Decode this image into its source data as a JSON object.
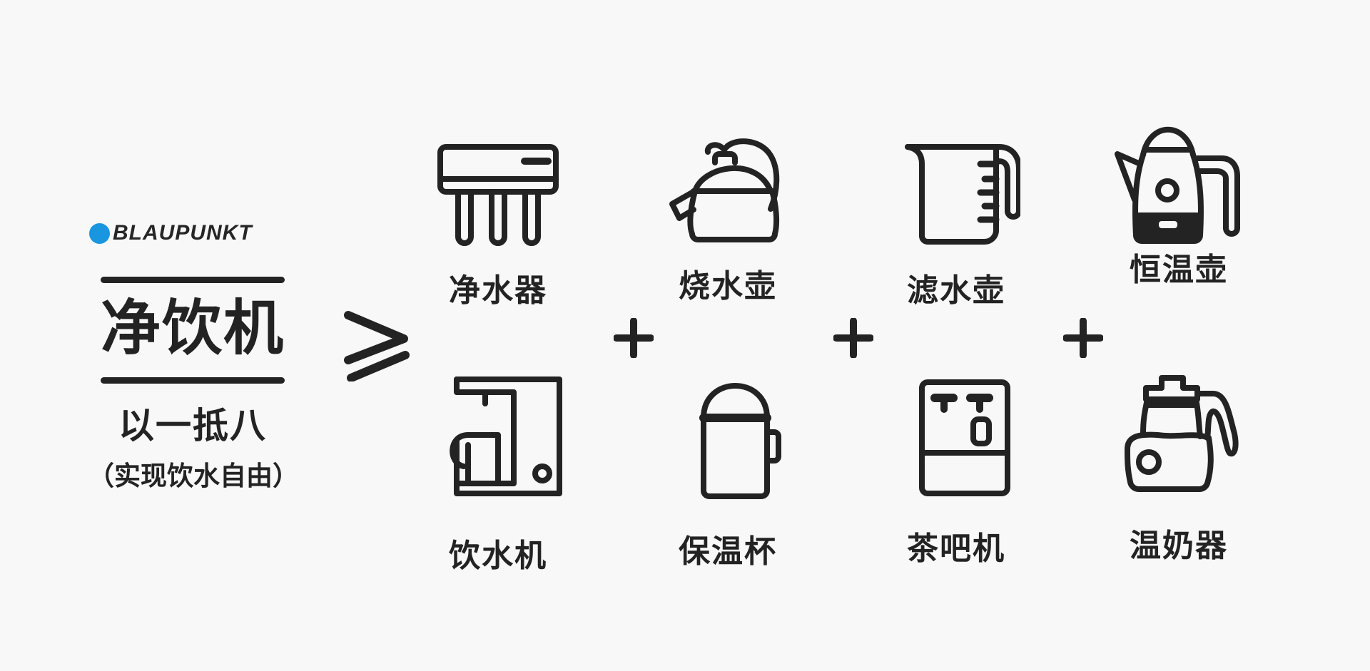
{
  "brand": {
    "logo_text": "BLAUPUNKT",
    "logo_icon": "blue-dot-icon",
    "accent_color": "#1a95e0"
  },
  "headline": {
    "product": "净饮机",
    "slogan": "以一抵八",
    "subtitle": "（实现饮水自由）"
  },
  "comparison": {
    "operator": "≥",
    "plus": "+",
    "items": [
      {
        "label": "净水器",
        "icon": "water-purifier-icon",
        "row": "top"
      },
      {
        "label": "烧水壶",
        "icon": "stovetop-kettle-icon",
        "row": "top"
      },
      {
        "label": "滤水壶",
        "icon": "filter-pitcher-icon",
        "row": "top"
      },
      {
        "label": "恒温壶",
        "icon": "electric-kettle-icon",
        "row": "top"
      },
      {
        "label": "饮水机",
        "icon": "water-dispenser-icon",
        "row": "bottom"
      },
      {
        "label": "保温杯",
        "icon": "thermos-cup-icon",
        "row": "bottom"
      },
      {
        "label": "茶吧机",
        "icon": "tea-bar-machine-icon",
        "row": "bottom"
      },
      {
        "label": "温奶器",
        "icon": "milk-warmer-icon",
        "row": "bottom"
      }
    ]
  },
  "colors": {
    "background": "#f8f8f8",
    "foreground": "#232323"
  }
}
